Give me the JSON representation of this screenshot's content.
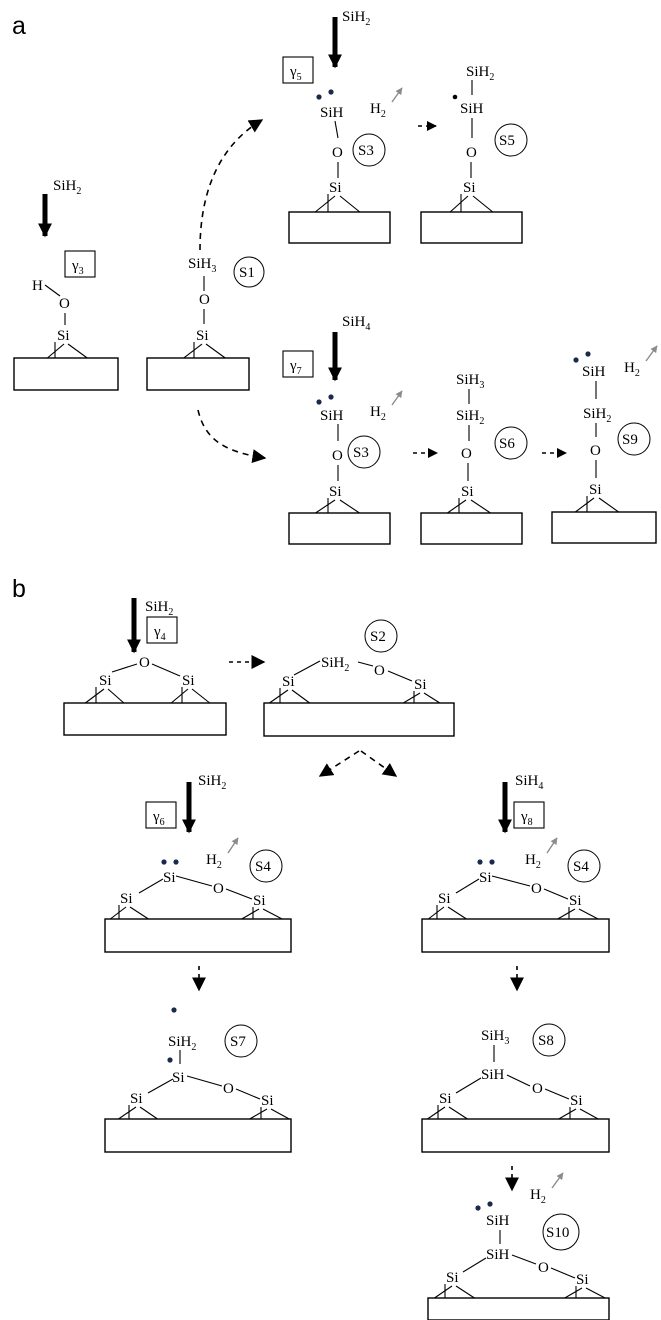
{
  "panels": {
    "a": "a",
    "b": "b"
  },
  "species": {
    "sih2": "SiH2",
    "sih4": "SiH4",
    "h2": "H2",
    "si": "Si",
    "o": "O",
    "h": "H",
    "sih": "SiH",
    "sih3": "SiH3"
  },
  "gammas": {
    "g3": "γ3",
    "g4": "γ4",
    "g5": "γ5",
    "g6": "γ6",
    "g7": "γ7",
    "g8": "γ8"
  },
  "states": {
    "s1": "S1",
    "s2": "S2",
    "s3": "S3",
    "s4": "S4",
    "s5": "S5",
    "s6": "S6",
    "s7": "S7",
    "s8": "S8",
    "s9": "S9",
    "s10": "S10"
  }
}
